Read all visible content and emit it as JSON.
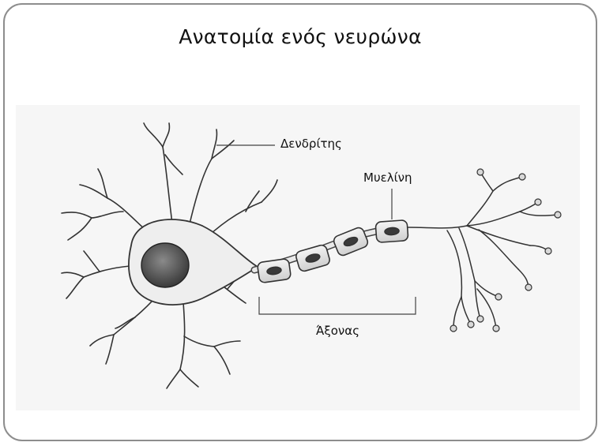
{
  "title": "Ανατομία ενός νευρώνα",
  "labels": {
    "dendrites": "Δενδρίτης",
    "myelin": "Μυελίνη",
    "axon": "Άξονας"
  },
  "colors": {
    "border": "#8d8d8d",
    "ink": "#333333",
    "nucleus": "#555555"
  }
}
